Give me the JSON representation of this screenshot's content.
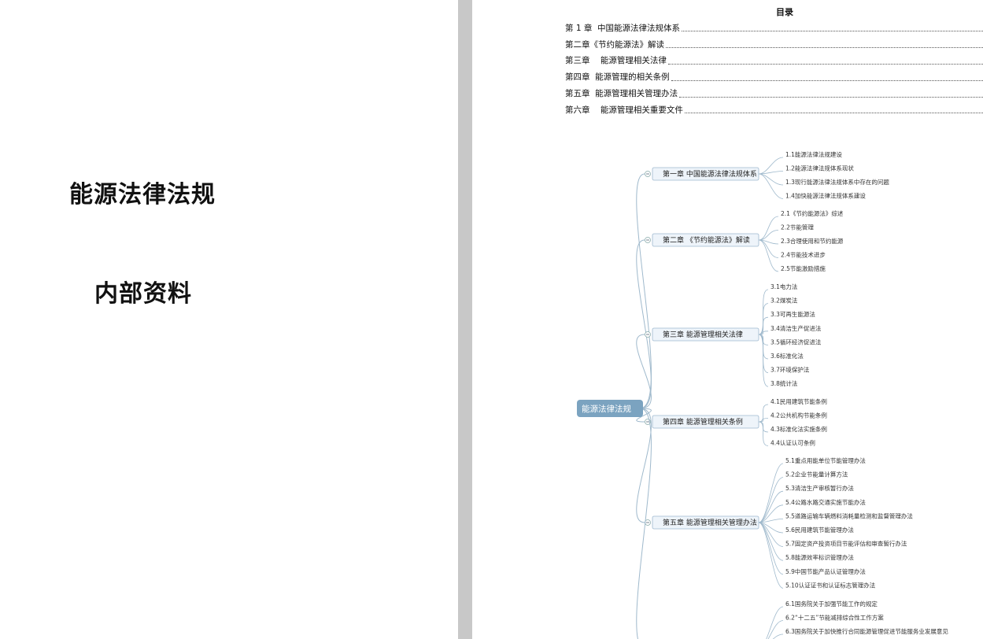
{
  "cover": {
    "title": "能源法律法规",
    "subtitle": "内部资料"
  },
  "toc": {
    "heading": "目录",
    "items": [
      "第 1 章  中国能源法律法规体系",
      "第二章《节约能源法》解读",
      "第三章    能源管理相关法律",
      "第四章  能源管理的相关条例",
      "第五章  能源管理相关管理办法",
      "第六章    能源管理相关重要文件"
    ]
  },
  "mindmap": {
    "root": "能源法律法规",
    "colors": {
      "root_fill": "#7ba3c0",
      "chapter_fill": "#eef4fa",
      "chapter_stroke": "#9db8cf",
      "line": "#9fb9cc"
    },
    "chapters": [
      {
        "label": "第一章 中国能源法律法规体系",
        "items": [
          "1.1能源法律法规建设",
          "1.2能源法律法规体系现状",
          "1.3现行能源法律法规体系中存在的问题",
          "1.4加快能源法律法规体系建设"
        ]
      },
      {
        "label": "第二章 《节约能源法》解读",
        "items": [
          "2.1《节约能源法》综述",
          "2.2节能管理",
          "2.3合理使用和节约能源",
          "2.4节能技术进步",
          "2.5节能激励措施"
        ]
      },
      {
        "label": "第三章 能源管理相关法律",
        "items": [
          "3.1电力法",
          "3.2煤炭法",
          "3.3可再生能源法",
          "3.4清洁生产促进法",
          "3.5循环经济促进法",
          "3.6标准化法",
          "3.7环境保护法",
          "3.8统计法"
        ]
      },
      {
        "label": "第四章 能源管理相关条例",
        "items": [
          "4.1民用建筑节能条例",
          "4.2公共机构节能条例",
          "4.3标准化法实施条例",
          "4.4认证认可条例"
        ]
      },
      {
        "label": "第五章 能源管理相关管理办法",
        "items": [
          "5.1重点用能单位节能管理办法",
          "5.2企业节能量计算方法",
          "5.3清洁生产审核暂行办法",
          "5.4公路水路交通实施节能办法",
          "5.5道路运输车辆燃料消耗量检测和监督管理办法",
          "5.6民用建筑节能管理办法",
          "5.7固定资产投资项目节能评估和审查暂行办法",
          "5.8能源效率标识管理办法",
          "5.9中国节能产品认证管理办法",
          "5.10认证证书和认证标志管理办法"
        ]
      },
      {
        "label": "",
        "items": [
          "6.1国务院关于加强节能工作的规定",
          "6.2“十二五”节能减排综合性工作方案",
          "6.3国务院关于加快推行合同能源管理促进节能服务业发展意见"
        ]
      }
    ]
  }
}
